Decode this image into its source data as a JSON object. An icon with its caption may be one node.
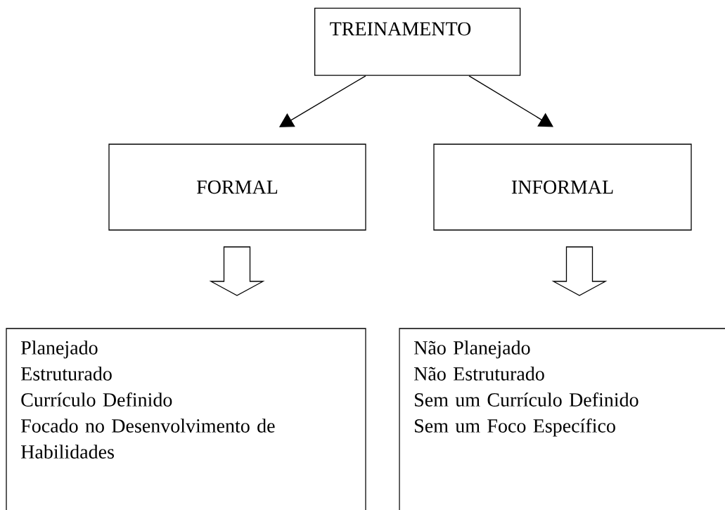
{
  "diagram": {
    "nodes": [
      {
        "text": [
          "TREINAMENTO"
        ]
      },
      {
        "text": [
          "FORMAL"
        ]
      },
      {
        "text": [
          "INFORMAL"
        ]
      },
      {
        "text": [
          "Planejado",
          "Estruturado",
          "Currículo Definido",
          "Focado no Desenvolvimento de Habilidades"
        ]
      },
      {
        "text": [
          "Não Planejado",
          "Não Estruturado",
          "Sem um Currículo Definido",
          "Sem um Foco Específico"
        ]
      }
    ],
    "edges": [
      {
        "from": 0,
        "to": 1,
        "arrow": "to"
      },
      {
        "from": 0,
        "to": 2,
        "arrow": "to"
      },
      {
        "from": 1,
        "to": 3,
        "arrow": "to",
        "style": "thick"
      },
      {
        "from": 2,
        "to": 4,
        "arrow": "to",
        "style": "thick"
      }
    ]
  }
}
